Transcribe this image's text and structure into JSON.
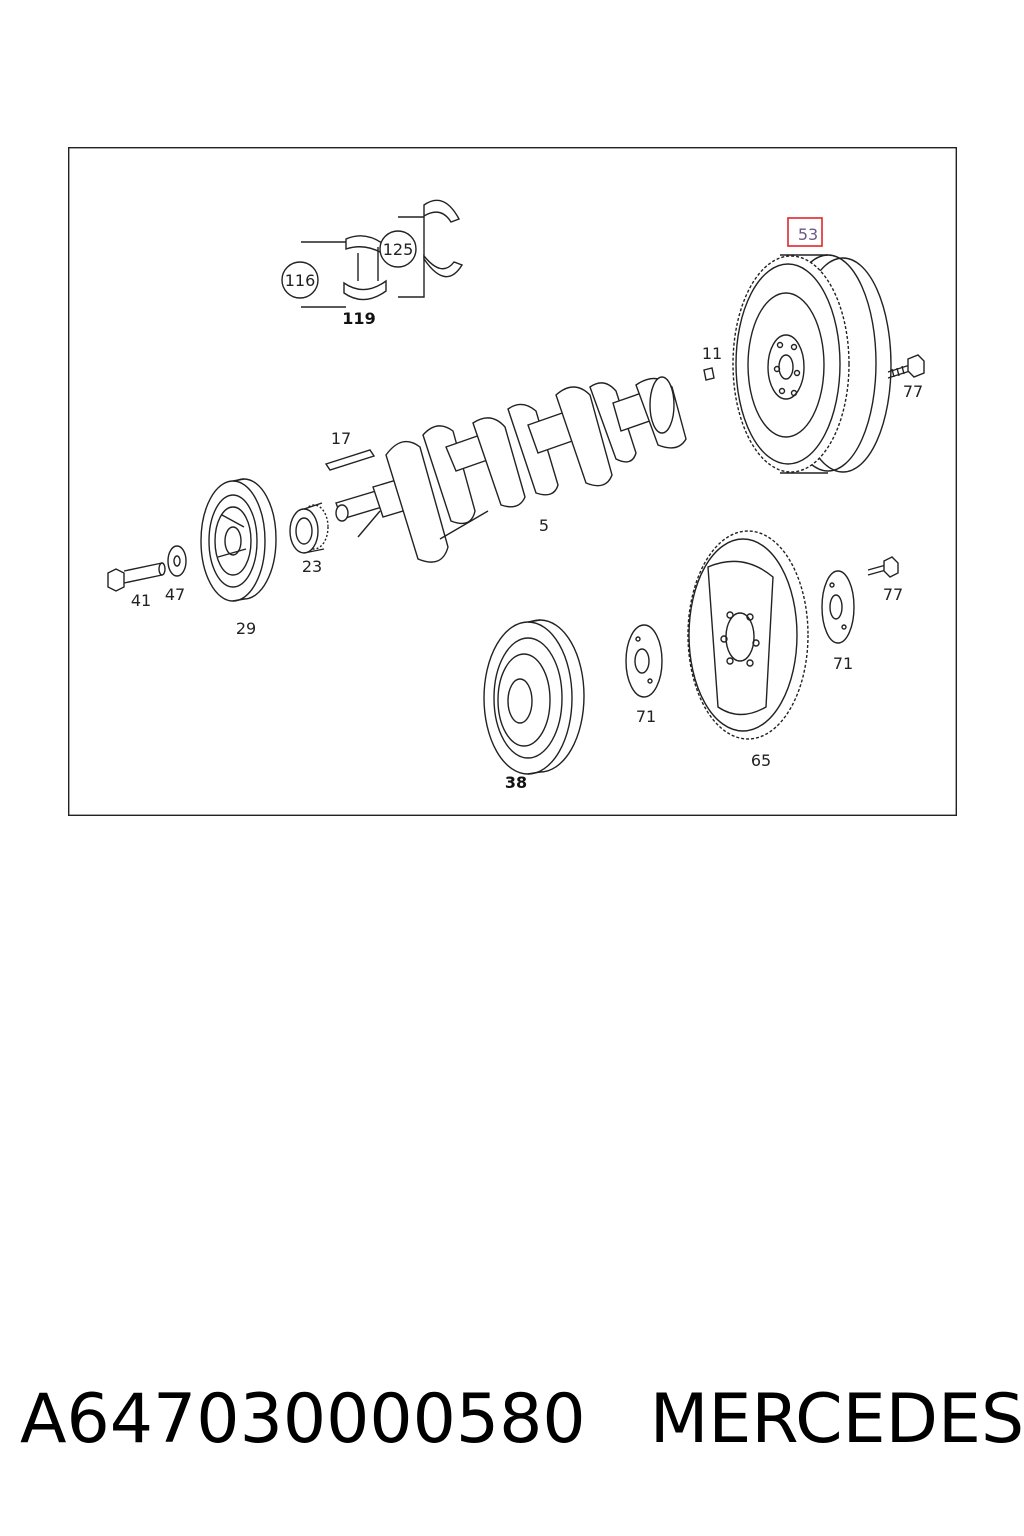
{
  "diagram": {
    "callouts": {
      "c116": "116",
      "c125": "125",
      "c119": "119",
      "c53": "53",
      "c11": "11",
      "c77a": "77",
      "c17": "17",
      "c5": "5",
      "c23": "23",
      "c41": "41",
      "c47": "47",
      "c29": "29",
      "c77b": "77",
      "c71a": "71",
      "c71b": "71",
      "c65": "65",
      "c38": "38"
    },
    "highlight_color": "#e0262d"
  },
  "caption": {
    "part_number": "A647030000580",
    "brand": "MERCEDES"
  }
}
